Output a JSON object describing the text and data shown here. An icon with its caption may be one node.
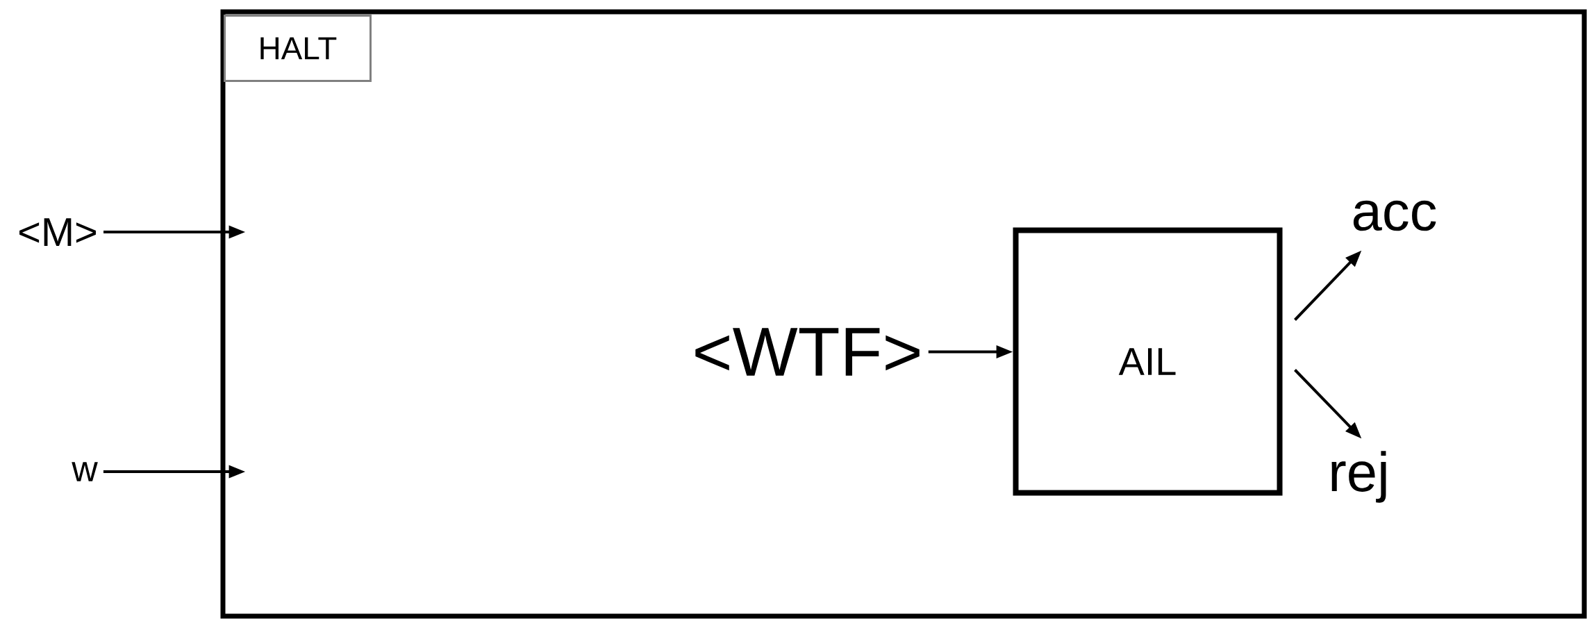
{
  "diagram": {
    "nodes": [
      {
        "text": [],
        "shape": "box"
      },
      {
        "text": [
          "HALT"
        ],
        "in": 0
      },
      {
        "text": [
          "<M>"
        ]
      },
      {
        "text": [
          "w"
        ]
      },
      {
        "text": [
          "<WTF>"
        ],
        "in": 0
      },
      {
        "text": [
          "AIL"
        ],
        "in": 0
      },
      {
        "text": [
          "acc"
        ],
        "in": 0
      },
      {
        "text": [
          "rej"
        ],
        "in": 0
      }
    ],
    "edges": [
      {
        "from": 2,
        "to": 0,
        "arrow": "to"
      },
      {
        "from": 3,
        "to": 0,
        "arrow": "to"
      },
      {
        "from": 4,
        "to": 5,
        "arrow": "to"
      },
      {
        "from": 5,
        "to": 6,
        "arrow": "to"
      },
      {
        "from": 5,
        "to": 7,
        "arrow": "to"
      }
    ]
  }
}
